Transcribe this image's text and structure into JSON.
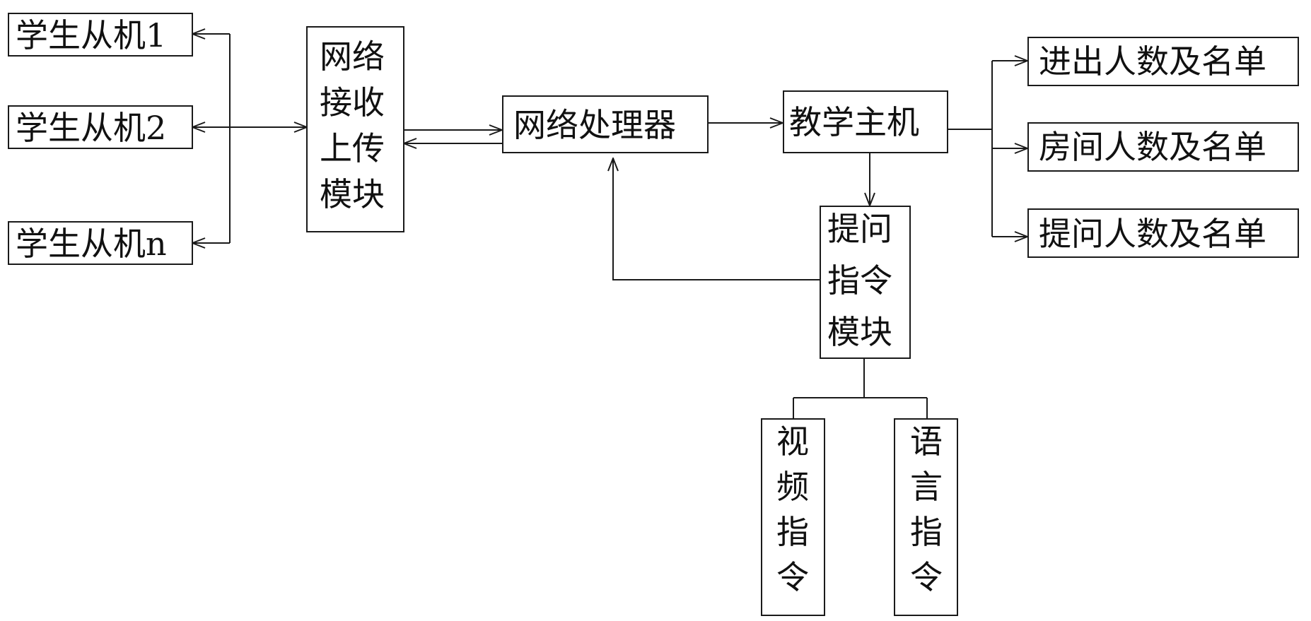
{
  "diagram": {
    "nodes": {
      "student1": "学生从机1",
      "student2": "学生从机2",
      "studentn": "学生从机n",
      "upload_module": [
        "网络",
        "接收",
        "上传",
        "模块"
      ],
      "processor": "网络处理器",
      "teacher_host": "教学主机",
      "question_module": [
        "提问",
        "指令",
        "模块"
      ],
      "video_cmd": [
        "视",
        "频",
        "指",
        "令"
      ],
      "voice_cmd": [
        "语",
        "言",
        "指",
        "令"
      ],
      "out_inout": "进出人数及名单",
      "out_room": "房间人数及名单",
      "out_question": "提问人数及名单"
    }
  }
}
